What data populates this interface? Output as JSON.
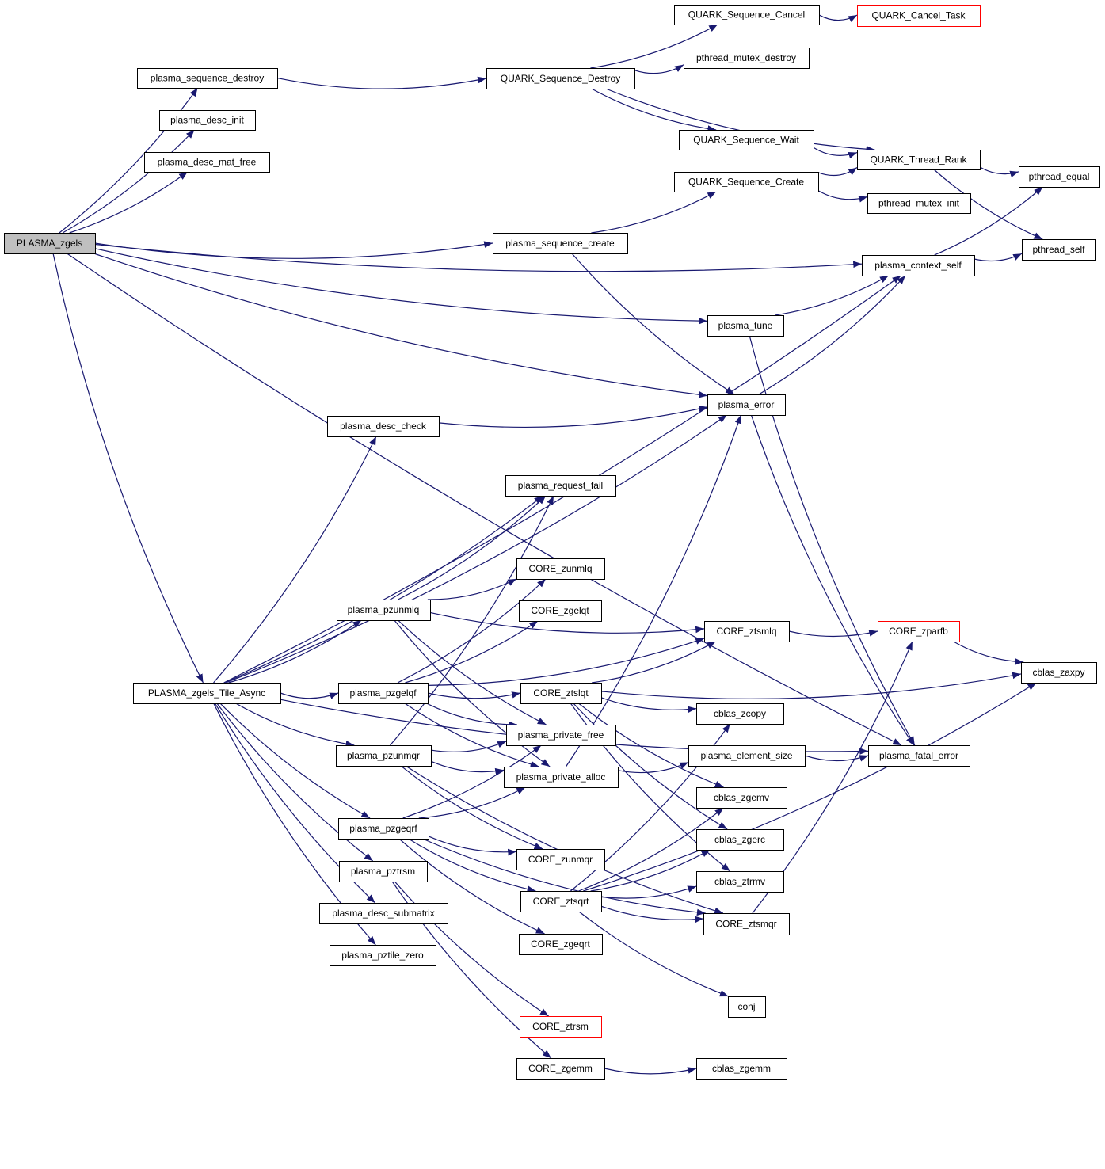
{
  "colors": {
    "edge": "#191970",
    "root_fill": "#bfbfbf",
    "incomplete_border": "#ff0000"
  },
  "nodes": [
    {
      "id": "PLASMA_zgels",
      "label": "PLASMA_zgels",
      "style": "root"
    },
    {
      "id": "plasma_sequence_destroy",
      "label": "plasma_sequence_destroy"
    },
    {
      "id": "plasma_desc_init",
      "label": "plasma_desc_init"
    },
    {
      "id": "plasma_desc_mat_free",
      "label": "plasma_desc_mat_free"
    },
    {
      "id": "QUARK_Sequence_Cancel",
      "label": "QUARK_Sequence_Cancel"
    },
    {
      "id": "QUARK_Cancel_Task",
      "label": "QUARK_Cancel_Task",
      "style": "red"
    },
    {
      "id": "pthread_mutex_destroy",
      "label": "pthread_mutex_destroy"
    },
    {
      "id": "QUARK_Sequence_Destroy",
      "label": "QUARK_Sequence_Destroy"
    },
    {
      "id": "QUARK_Sequence_Wait",
      "label": "QUARK_Sequence_Wait"
    },
    {
      "id": "QUARK_Thread_Rank",
      "label": "QUARK_Thread_Rank"
    },
    {
      "id": "QUARK_Sequence_Create",
      "label": "QUARK_Sequence_Create"
    },
    {
      "id": "pthread_equal",
      "label": "pthread_equal"
    },
    {
      "id": "pthread_mutex_init",
      "label": "pthread_mutex_init"
    },
    {
      "id": "plasma_sequence_create",
      "label": "plasma_sequence_create"
    },
    {
      "id": "plasma_context_self",
      "label": "plasma_context_self"
    },
    {
      "id": "pthread_self",
      "label": "pthread_self"
    },
    {
      "id": "plasma_tune",
      "label": "plasma_tune"
    },
    {
      "id": "plasma_error",
      "label": "plasma_error"
    },
    {
      "id": "plasma_desc_check",
      "label": "plasma_desc_check"
    },
    {
      "id": "plasma_request_fail",
      "label": "plasma_request_fail"
    },
    {
      "id": "CORE_zunmlq",
      "label": "CORE_zunmlq"
    },
    {
      "id": "plasma_pzunmlq",
      "label": "plasma_pzunmlq"
    },
    {
      "id": "CORE_zgelqt",
      "label": "CORE_zgelqt"
    },
    {
      "id": "CORE_ztsmlq",
      "label": "CORE_ztsmlq"
    },
    {
      "id": "CORE_zparfb",
      "label": "CORE_zparfb",
      "style": "red"
    },
    {
      "id": "cblas_zaxpy",
      "label": "cblas_zaxpy"
    },
    {
      "id": "PLASMA_zgels_Tile_Async",
      "label": "PLASMA_zgels_Tile_Async"
    },
    {
      "id": "plasma_pzgelqf",
      "label": "plasma_pzgelqf"
    },
    {
      "id": "CORE_ztslqt",
      "label": "CORE_ztslqt"
    },
    {
      "id": "cblas_zcopy",
      "label": "cblas_zcopy"
    },
    {
      "id": "plasma_private_free",
      "label": "plasma_private_free"
    },
    {
      "id": "plasma_element_size",
      "label": "plasma_element_size"
    },
    {
      "id": "plasma_fatal_error",
      "label": "plasma_fatal_error"
    },
    {
      "id": "plasma_pzunmqr",
      "label": "plasma_pzunmqr"
    },
    {
      "id": "plasma_private_alloc",
      "label": "plasma_private_alloc"
    },
    {
      "id": "cblas_zgemv",
      "label": "cblas_zgemv"
    },
    {
      "id": "plasma_pzgeqrf",
      "label": "plasma_pzgeqrf"
    },
    {
      "id": "cblas_zgerc",
      "label": "cblas_zgerc"
    },
    {
      "id": "CORE_zunmqr",
      "label": "CORE_zunmqr"
    },
    {
      "id": "plasma_pztrsm",
      "label": "plasma_pztrsm"
    },
    {
      "id": "cblas_ztrmv",
      "label": "cblas_ztrmv"
    },
    {
      "id": "CORE_ztsqrt",
      "label": "CORE_ztsqrt"
    },
    {
      "id": "plasma_desc_submatrix",
      "label": "plasma_desc_submatrix"
    },
    {
      "id": "CORE_ztsmqr",
      "label": "CORE_ztsmqr"
    },
    {
      "id": "CORE_zgeqrt",
      "label": "CORE_zgeqrt"
    },
    {
      "id": "plasma_pztile_zero",
      "label": "plasma_pztile_zero"
    },
    {
      "id": "conj",
      "label": "conj"
    },
    {
      "id": "CORE_ztrsm",
      "label": "CORE_ztrsm",
      "style": "red"
    },
    {
      "id": "CORE_zgemm",
      "label": "CORE_zgemm"
    },
    {
      "id": "cblas_zgemm",
      "label": "cblas_zgemm"
    }
  ],
  "edges": [
    [
      "PLASMA_zgels",
      "plasma_sequence_destroy"
    ],
    [
      "PLASMA_zgels",
      "plasma_desc_init"
    ],
    [
      "PLASMA_zgels",
      "plasma_desc_mat_free"
    ],
    [
      "PLASMA_zgels",
      "plasma_context_self"
    ],
    [
      "PLASMA_zgels",
      "plasma_sequence_create"
    ],
    [
      "PLASMA_zgels",
      "plasma_tune"
    ],
    [
      "PLASMA_zgels",
      "plasma_error"
    ],
    [
      "PLASMA_zgels",
      "PLASMA_zgels_Tile_Async"
    ],
    [
      "PLASMA_zgels",
      "plasma_fatal_error"
    ],
    [
      "plasma_sequence_destroy",
      "QUARK_Sequence_Destroy"
    ],
    [
      "QUARK_Sequence_Destroy",
      "QUARK_Sequence_Cancel"
    ],
    [
      "QUARK_Sequence_Destroy",
      "pthread_mutex_destroy"
    ],
    [
      "QUARK_Sequence_Destroy",
      "QUARK_Sequence_Wait"
    ],
    [
      "QUARK_Sequence_Destroy",
      "QUARK_Thread_Rank"
    ],
    [
      "QUARK_Sequence_Cancel",
      "QUARK_Cancel_Task"
    ],
    [
      "QUARK_Sequence_Wait",
      "QUARK_Thread_Rank"
    ],
    [
      "QUARK_Thread_Rank",
      "pthread_equal"
    ],
    [
      "QUARK_Thread_Rank",
      "pthread_self"
    ],
    [
      "QUARK_Sequence_Create",
      "QUARK_Thread_Rank"
    ],
    [
      "QUARK_Sequence_Create",
      "pthread_mutex_init"
    ],
    [
      "plasma_sequence_create",
      "QUARK_Sequence_Create"
    ],
    [
      "plasma_sequence_create",
      "plasma_error"
    ],
    [
      "plasma_context_self",
      "pthread_equal"
    ],
    [
      "plasma_context_self",
      "pthread_self"
    ],
    [
      "plasma_tune",
      "plasma_context_self"
    ],
    [
      "plasma_tune",
      "plasma_fatal_error"
    ],
    [
      "plasma_error",
      "plasma_context_self"
    ],
    [
      "plasma_error",
      "plasma_fatal_error"
    ],
    [
      "plasma_desc_check",
      "plasma_error"
    ],
    [
      "PLASMA_zgels_Tile_Async",
      "plasma_context_self"
    ],
    [
      "PLASMA_zgels_Tile_Async",
      "plasma_error"
    ],
    [
      "PLASMA_zgels_Tile_Async",
      "plasma_desc_check"
    ],
    [
      "PLASMA_zgels_Tile_Async",
      "plasma_request_fail"
    ],
    [
      "PLASMA_zgels_Tile_Async",
      "plasma_pzunmlq"
    ],
    [
      "PLASMA_zgels_Tile_Async",
      "plasma_pzgelqf"
    ],
    [
      "PLASMA_zgels_Tile_Async",
      "plasma_pzunmqr"
    ],
    [
      "PLASMA_zgels_Tile_Async",
      "plasma_pzgeqrf"
    ],
    [
      "PLASMA_zgels_Tile_Async",
      "plasma_pztrsm"
    ],
    [
      "PLASMA_zgels_Tile_Async",
      "plasma_desc_submatrix"
    ],
    [
      "PLASMA_zgels_Tile_Async",
      "plasma_pztile_zero"
    ],
    [
      "PLASMA_zgels_Tile_Async",
      "plasma_fatal_error"
    ],
    [
      "plasma_pzunmlq",
      "plasma_request_fail"
    ],
    [
      "plasma_pzunmlq",
      "CORE_zunmlq"
    ],
    [
      "plasma_pzunmlq",
      "CORE_ztsmlq"
    ],
    [
      "plasma_pzunmlq",
      "plasma_private_free"
    ],
    [
      "plasma_pzunmlq",
      "plasma_private_alloc"
    ],
    [
      "plasma_pzgelqf",
      "CORE_zunmlq"
    ],
    [
      "plasma_pzgelqf",
      "CORE_zgelqt"
    ],
    [
      "plasma_pzgelqf",
      "CORE_ztslqt"
    ],
    [
      "plasma_pzgelqf",
      "CORE_ztsmlq"
    ],
    [
      "plasma_pzgelqf",
      "plasma_private_free"
    ],
    [
      "plasma_pzgelqf",
      "plasma_private_alloc"
    ],
    [
      "plasma_pzunmqr",
      "plasma_request_fail"
    ],
    [
      "plasma_pzunmqr",
      "plasma_private_free"
    ],
    [
      "plasma_pzunmqr",
      "plasma_private_alloc"
    ],
    [
      "plasma_pzunmqr",
      "CORE_zunmqr"
    ],
    [
      "plasma_pzunmqr",
      "CORE_ztsmqr"
    ],
    [
      "plasma_pzgeqrf",
      "plasma_private_free"
    ],
    [
      "plasma_pzgeqrf",
      "plasma_private_alloc"
    ],
    [
      "plasma_pzgeqrf",
      "CORE_zunmqr"
    ],
    [
      "plasma_pzgeqrf",
      "CORE_ztsqrt"
    ],
    [
      "plasma_pzgeqrf",
      "CORE_zgeqrt"
    ],
    [
      "plasma_pzgeqrf",
      "CORE_ztsmqr"
    ],
    [
      "plasma_pztrsm",
      "CORE_ztrsm"
    ],
    [
      "plasma_pztrsm",
      "CORE_zgemm"
    ],
    [
      "CORE_ztslqt",
      "cblas_zaxpy"
    ],
    [
      "CORE_ztslqt",
      "cblas_zcopy"
    ],
    [
      "CORE_ztslqt",
      "cblas_zgemv"
    ],
    [
      "CORE_ztslqt",
      "cblas_zgerc"
    ],
    [
      "CORE_ztslqt",
      "cblas_ztrmv"
    ],
    [
      "CORE_ztslqt",
      "CORE_ztsmlq"
    ],
    [
      "plasma_private_alloc",
      "plasma_error"
    ],
    [
      "plasma_private_alloc",
      "plasma_element_size"
    ],
    [
      "plasma_element_size",
      "plasma_fatal_error"
    ],
    [
      "CORE_ztsmlq",
      "CORE_zparfb"
    ],
    [
      "CORE_zparfb",
      "cblas_zaxpy"
    ],
    [
      "CORE_ztsqrt",
      "cblas_zaxpy"
    ],
    [
      "CORE_ztsqrt",
      "cblas_zcopy"
    ],
    [
      "CORE_ztsqrt",
      "cblas_zgemv"
    ],
    [
      "CORE_ztsqrt",
      "cblas_zgerc"
    ],
    [
      "CORE_ztsqrt",
      "cblas_ztrmv"
    ],
    [
      "CORE_ztsqrt",
      "CORE_ztsmqr"
    ],
    [
      "CORE_ztsqrt",
      "conj"
    ],
    [
      "CORE_ztsmqr",
      "CORE_zparfb"
    ],
    [
      "CORE_zgemm",
      "cblas_zgemm"
    ]
  ]
}
